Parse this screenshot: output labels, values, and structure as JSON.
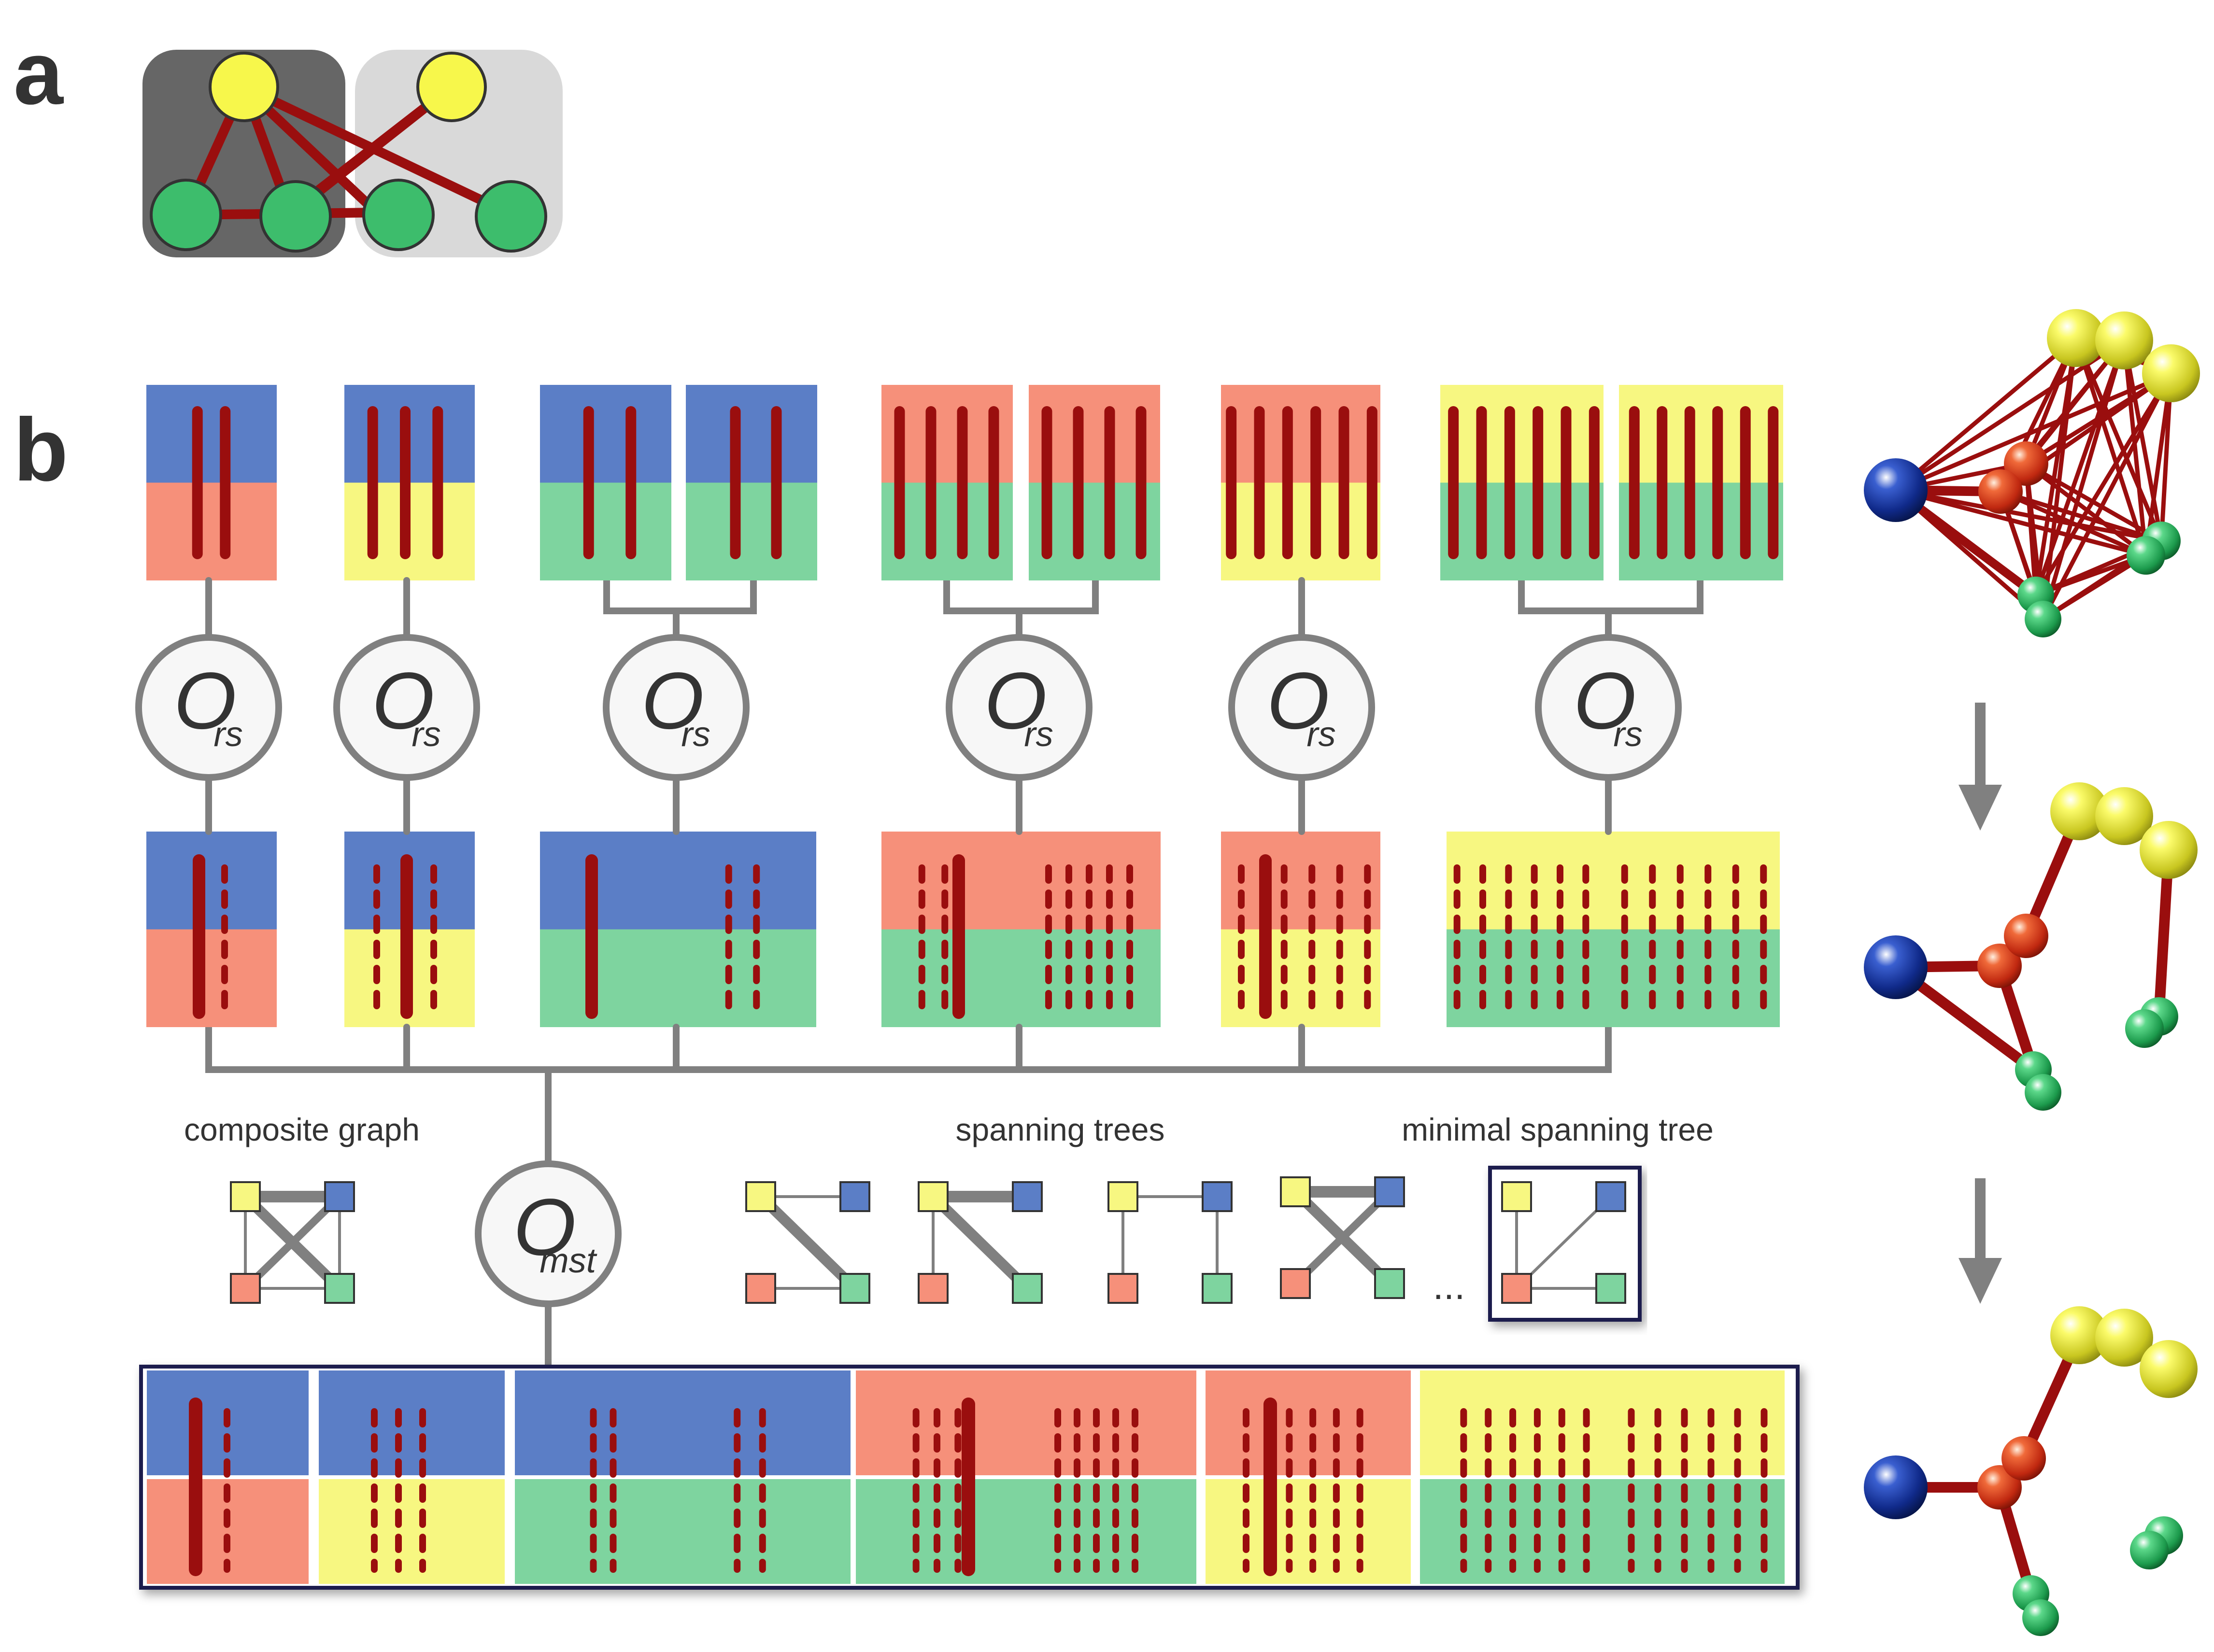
{
  "panels": {
    "a": "a",
    "b": "b"
  },
  "colors": {
    "blue": "#5b7ec6",
    "salmon": "#f6907a",
    "yellow": "#f7f781",
    "green": "#7ed49f",
    "bar": "#9a0e0e",
    "connector": "#808080",
    "frame": "#1a1f4e"
  },
  "operators": {
    "rs": {
      "main": "O",
      "sub": "rs"
    },
    "mst": {
      "main": "O",
      "sub": "mst"
    }
  },
  "labels": {
    "composite_graph": "composite graph",
    "spanning_trees": "spanning trees",
    "minimal_spanning_tree": "minimal spanning tree",
    "ellipsis": "..."
  }
}
